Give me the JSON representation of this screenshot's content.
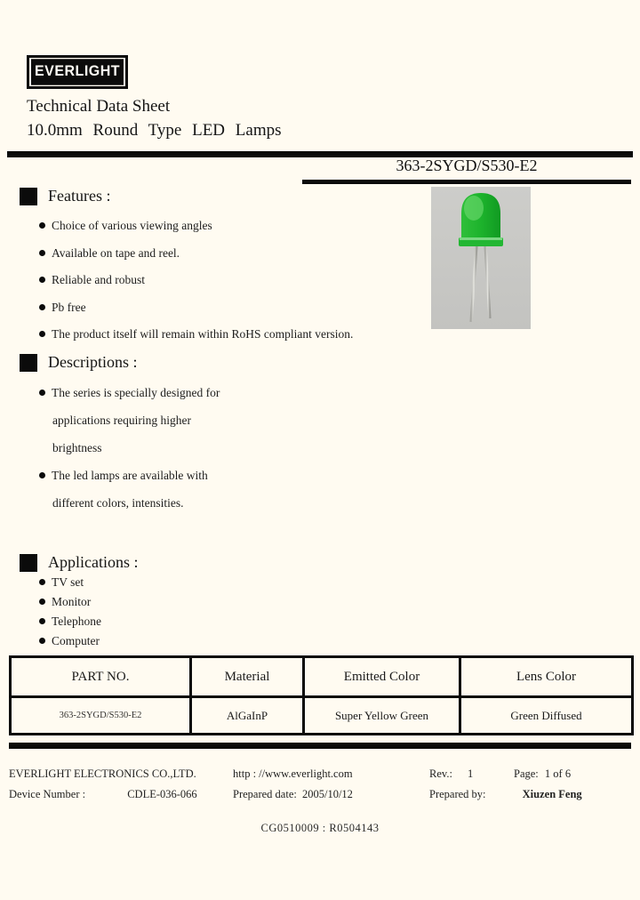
{
  "page": {
    "logo_text": "EVERLIGHT",
    "title_line1": "Technical Data Sheet",
    "title_line2": "10.0mm Round Type LED Lamps",
    "part_number": "363-2SYGD/S530-E2"
  },
  "colors": {
    "background": "#fffbf1",
    "bar_black": "#0b0b0b",
    "led_green": "#1db32c",
    "photo_gray": "#c9c9c6"
  },
  "sections": {
    "features": {
      "heading": "Features :",
      "items": [
        "Choice of various viewing angles",
        "Available on tape and reel.",
        "Reliable and robust",
        "Pb free",
        "The product itself will remain within RoHS compliant version."
      ]
    },
    "descriptions": {
      "heading": "Descriptions :",
      "items": [
        {
          "lines": [
            "The series is specially designed for",
            "applications requiring higher",
            "brightness"
          ]
        },
        {
          "lines": [
            "The led lamps are available with",
            "different colors, intensities."
          ]
        }
      ]
    },
    "applications": {
      "heading": "Applications :",
      "items": [
        "TV set",
        "Monitor",
        "Telephone",
        "Computer"
      ]
    }
  },
  "table": {
    "headers": [
      "PART NO.",
      "Material",
      "Emitted Color",
      "Lens Color"
    ],
    "rows": [
      [
        "363-2SYGD/S530-E2",
        "AlGaInP",
        "Super Yellow Green",
        "Green Diffused"
      ]
    ]
  },
  "footer": {
    "company": "EVERLIGHT ELECTRONICS CO.,LTD.",
    "website": "http : //www.everlight.com",
    "rev_label": "Rev.:",
    "rev_value": "1",
    "page_label": "Page:",
    "page_value": "1 of 6",
    "device_number_label": "Device  Number :",
    "device_number": "CDLE-036-066",
    "prepared_date_label": "Prepared date:",
    "prepared_date": "2005/10/12",
    "prepared_by_label": "Prepared by:",
    "prepared_by": "Xiuzen Feng",
    "doc_code": "CG0510009 : R0504143"
  }
}
